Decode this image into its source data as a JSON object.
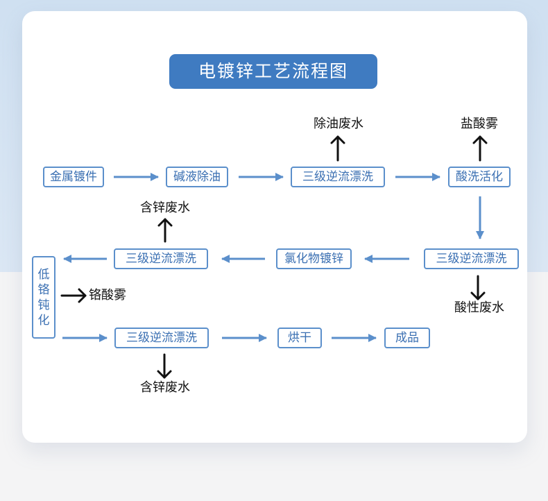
{
  "title": "电镀锌工艺流程图",
  "steps": {
    "s1": "金属镀件",
    "s2": "碱液除油",
    "s3": "三级逆流漂洗",
    "s4": "酸洗活化",
    "s5": "三级逆流漂洗",
    "s6": "氯化物镀锌",
    "s7": "三级逆流漂洗",
    "s8": "低铬钝化",
    "s9": "三级逆流漂洗",
    "s10": "烘干",
    "s11": "成品"
  },
  "emissions": {
    "e1": "除油废水",
    "e2": "盐酸雾",
    "e3": "酸性废水",
    "e4": "含锌废水",
    "e5": "铬酸雾",
    "e6": "含锌废水"
  },
  "colors": {
    "accent": "#3f7bc1",
    "flow": "#5b8fcb",
    "emission": "#111111"
  }
}
